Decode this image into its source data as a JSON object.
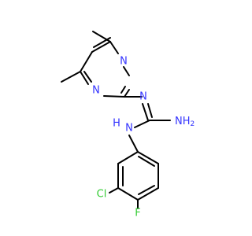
{
  "molecule": {
    "atoms": [
      {
        "id": "n_ring_top",
        "label": "N",
        "color": "#3333ff"
      },
      {
        "id": "n_ring_bottom",
        "label": "N",
        "color": "#3333ff"
      },
      {
        "id": "n_imine",
        "label": "N",
        "color": "#3333ff"
      },
      {
        "id": "n_amine",
        "label": "N",
        "color": "#3333ff"
      },
      {
        "id": "h_amine",
        "label": "H",
        "color": "#3333ff"
      },
      {
        "id": "nh2",
        "label": "NH",
        "sub": "2",
        "color": "#3333ff"
      },
      {
        "id": "cl",
        "label": "Cl",
        "color": "#33cc33"
      },
      {
        "id": "f",
        "label": "F",
        "color": "#33cc33"
      }
    ],
    "bond_color": "#000000"
  }
}
